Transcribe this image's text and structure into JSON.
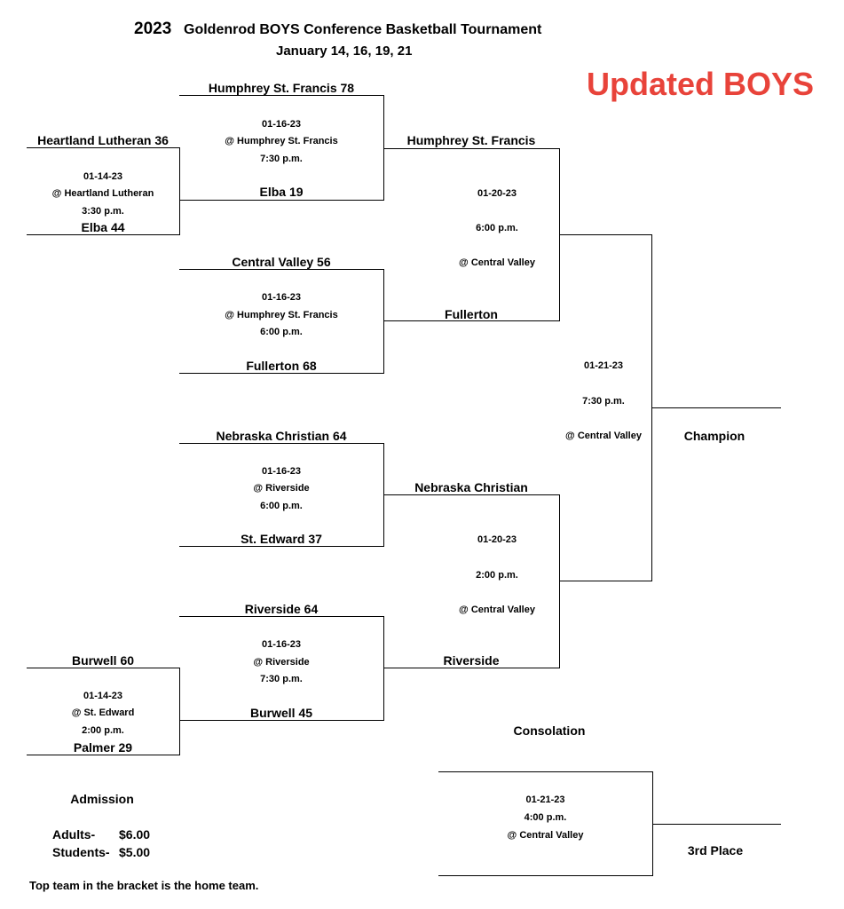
{
  "header": {
    "year": "2023",
    "title": "Goldenrod BOYS Conference Basketball Tournament",
    "dates": "January 14, 16, 19, 21",
    "updated_notice": "Updated BOYS"
  },
  "round1": [
    {
      "top_team": "Heartland Lutheran 36",
      "date": "01-14-23",
      "location": "@ Heartland Lutheran",
      "time": "3:30 p.m.",
      "bottom_team": "Elba 44"
    },
    {
      "top_team": "Burwell 60",
      "date": "01-14-23",
      "location": "@ St. Edward",
      "time": "2:00 p.m.",
      "bottom_team": "Palmer 29"
    }
  ],
  "round2": [
    {
      "top_team": "Humphrey St. Francis 78",
      "date": "01-16-23",
      "location": "@ Humphrey St. Francis",
      "time": "7:30 p.m.",
      "bottom_team": "Elba 19"
    },
    {
      "top_team": "Central Valley 56",
      "date": "01-16-23",
      "location": "@ Humphrey St. Francis",
      "time": "6:00 p.m.",
      "bottom_team": "Fullerton 68"
    },
    {
      "top_team": "Nebraska Christian 64",
      "date": "01-16-23",
      "location": "@ Riverside",
      "time": "6:00 p.m.",
      "bottom_team": "St. Edward 37"
    },
    {
      "top_team": "Riverside 64",
      "date": "01-16-23",
      "location": "@ Riverside",
      "time": "7:30 p.m.",
      "bottom_team": "Burwell 45"
    }
  ],
  "semifinals": [
    {
      "top_team": "Humphrey St. Francis",
      "date": "01-20-23",
      "time": "6:00 p.m.",
      "location": "@ Central Valley",
      "bottom_team": "Fullerton"
    },
    {
      "top_team": "Nebraska Christian",
      "date": "01-20-23",
      "time": "2:00 p.m.",
      "location": "@ Central Valley",
      "bottom_team": "Riverside"
    }
  ],
  "final": {
    "date": "01-21-23",
    "time": "7:30 p.m.",
    "location": "@ Central Valley",
    "label": "Champion"
  },
  "consolation": {
    "heading": "Consolation",
    "date": "01-21-23",
    "time": "4:00 p.m.",
    "location": "@ Central Valley",
    "label": "3rd Place"
  },
  "admission": {
    "heading": "Admission",
    "adults_label": "Adults-",
    "adults_price": "$6.00",
    "students_label": "Students-",
    "students_price": "$5.00"
  },
  "footnote": "Top team in the bracket is the home team."
}
